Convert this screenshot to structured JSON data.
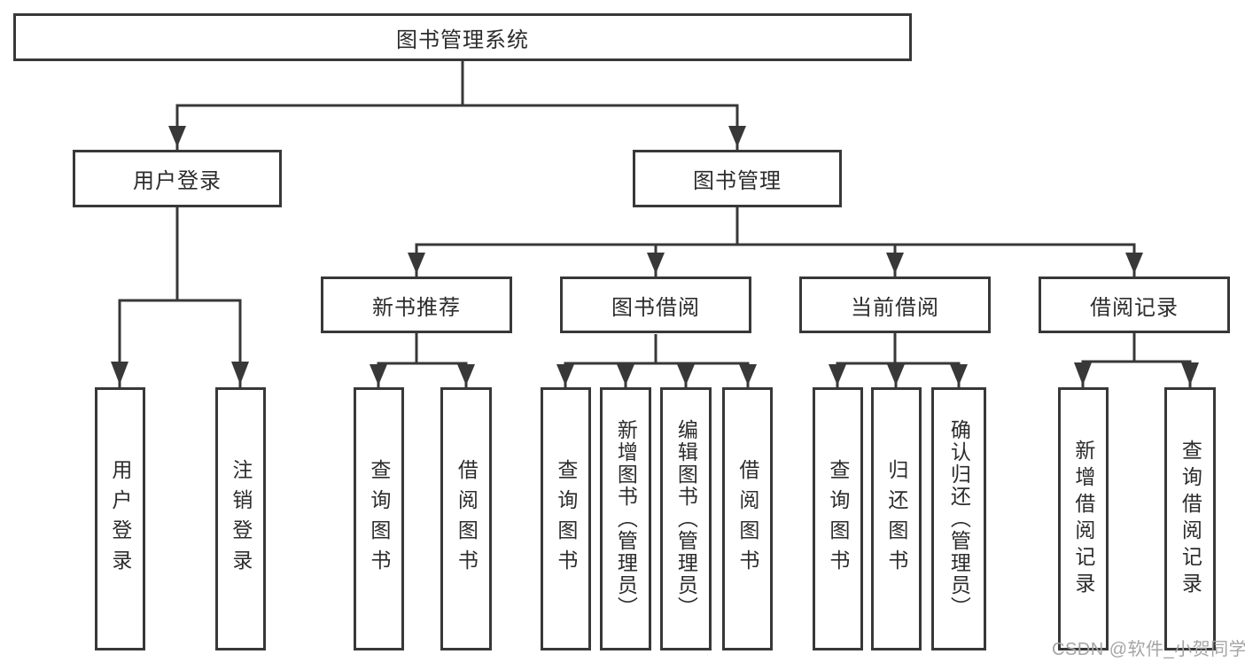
{
  "diagram": {
    "root": {
      "label": "图书管理系统"
    },
    "level2": [
      {
        "label": "用户登录"
      },
      {
        "label": "图书管理"
      }
    ],
    "level3": [
      {
        "label": "新书推荐"
      },
      {
        "label": "图书借阅"
      },
      {
        "label": "当前借阅"
      },
      {
        "label": "借阅记录"
      }
    ],
    "leaves": {
      "user_login": [
        {
          "label": "用户登录"
        },
        {
          "label": "注销登录"
        }
      ],
      "new_book_recommend": [
        {
          "label": "查询图书"
        },
        {
          "label": "借阅图书"
        }
      ],
      "book_borrow": [
        {
          "label": "查询图书"
        },
        {
          "label": "新增图书（管理员）"
        },
        {
          "label": "编辑图书（管理员）"
        },
        {
          "label": "借阅图书"
        }
      ],
      "current_borrow": [
        {
          "label": "查询图书"
        },
        {
          "label": "归还图书"
        },
        {
          "label": "确认归还（管理员）"
        }
      ],
      "borrow_records": [
        {
          "label": "新增借阅记录"
        },
        {
          "label": "查询借阅记录"
        }
      ]
    },
    "watermark": "CSDN @软件_小贺同学",
    "colors": {
      "line": "#383838",
      "text": "#2c2c2c",
      "background": "#ffffff",
      "watermark": "#a5a5a5"
    }
  }
}
